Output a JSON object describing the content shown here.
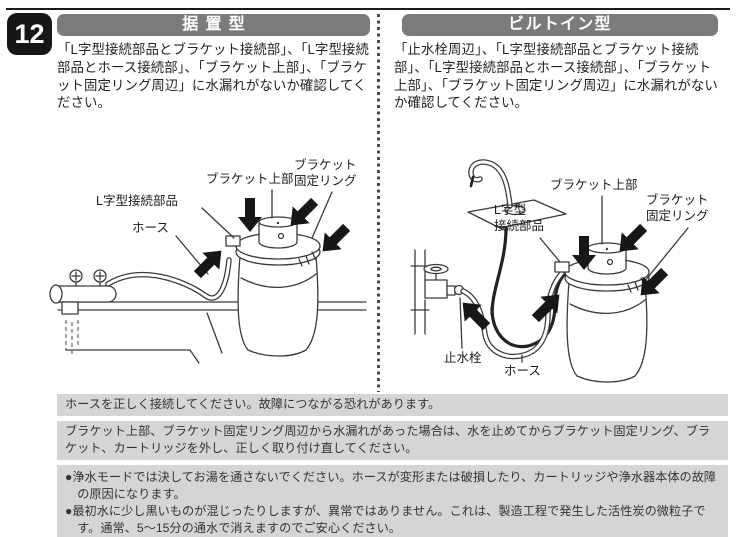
{
  "page": {
    "step_number": "12"
  },
  "sections": {
    "standing": {
      "title": "据置型",
      "body": "「L字型接続部品とブラケット接続部」、「L字型接続部品とホース接続部」、「ブラケット上部」、「ブラケット固定リング周辺」に水漏れがないか確認してください。",
      "labels": {
        "bracket_top": "ブラケット上部",
        "bracket_ring_line1": "ブラケット",
        "bracket_ring_line2": "固定リング",
        "l_connector": "L字型接続部品",
        "hose": "ホース"
      }
    },
    "builtin": {
      "title": "ビルトイン型",
      "body": "「止水栓周辺」、「L字型接続部品とブラケット接続部」、「L字型接続部品とホース接続部」、「ブラケット上部」、「ブラケット固定リング周辺」に水漏れがないか確認してください。",
      "labels": {
        "bracket_top": "ブラケット上部",
        "bracket_ring_line1": "ブラケット",
        "bracket_ring_line2": "固定リング",
        "l_connector_line1": "L字型",
        "l_connector_line2": "接続部品",
        "stop_valve": "止水栓",
        "hose": "ホース"
      }
    }
  },
  "notes": {
    "note1": "ホースを正しく接続してください。故障につながる恐れがあります。",
    "note2": "ブラケット上部、ブラケット固定リング周辺から水漏れがあった場合は、水を止めてからブラケット固定リング、ブラケット、カートリッジを外し、正しく取り付け直してください。",
    "note3_bullet1": "●浄水モードでは決してお湯を通さないでください。ホースが変形または破損したり、カートリッジや浄水器本体の故障の原因になります。",
    "note3_bullet2": "●最初水に少し黒いものが混じったりしますが、異常ではありません。これは、製造工程で発生した活性炭の微粒子です。通常、5～15分の通水で消えますのでご安心ください。"
  },
  "colors": {
    "header_bar": "#7b7b7b",
    "note_bg": "#d5d5d5",
    "badge_bg": "#161616",
    "line": "#3a3a3a"
  }
}
